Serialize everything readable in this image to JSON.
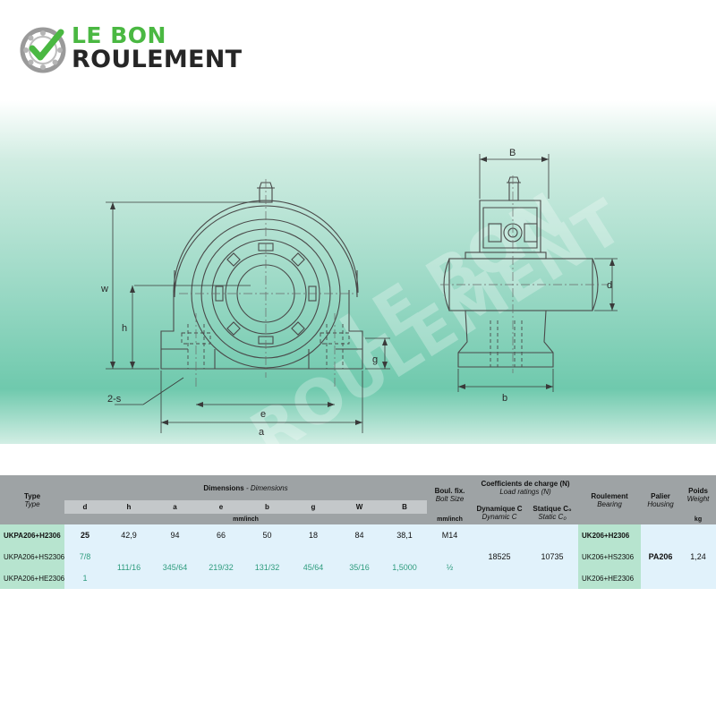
{
  "brand": {
    "line1": "LE BON",
    "line2": "ROULEMENT",
    "green": "#4ab842",
    "dark": "#262626"
  },
  "watermark": {
    "line1": "LE BON",
    "line2": "ROULEMENT"
  },
  "drawing": {
    "labels": {
      "w": "w",
      "h": "h",
      "s": "2-s",
      "e": "e",
      "a": "a",
      "g": "g",
      "B": "B",
      "d": "d",
      "b": "b"
    }
  },
  "table": {
    "headers": {
      "type": "Type",
      "type_it": "Type",
      "dimensions": "Dimensions",
      "dimensions_it": " - Dimensions",
      "bolt": "Boul. fix.",
      "bolt_it": "Bolt Size",
      "coef": "Coefficients de charge (N)",
      "coef_it": "Load ratings (N)",
      "roulement": "Roulement",
      "roulement_it": "Bearing",
      "palier": "Palier",
      "palier_it": "Housing",
      "poids": "Poids",
      "poids_it": "Weight",
      "dyn": "Dynamique C",
      "dyn_it": "Dynamic C",
      "stat": "Statique C₀",
      "stat_it": "Static C₀",
      "unit_dims": "mm/inch",
      "unit_bolt": "mm/inch",
      "unit_weight": "kg"
    },
    "dim_cols": [
      "d",
      "h",
      "a",
      "e",
      "b",
      "g",
      "W",
      "B"
    ],
    "rows": [
      {
        "type": "UKPA206+H2306",
        "d": "25",
        "bearing": "UK206+H2306"
      },
      {
        "type": "UKPA206+HS2306",
        "d": "7/8",
        "bearing": "UK206+HS2306"
      },
      {
        "type": "UKPA206+HE2306",
        "d": "1",
        "bearing": "UK206+HE2306"
      }
    ],
    "values_metric": {
      "h": "42,9",
      "a": "94",
      "e": "66",
      "b": "50",
      "g": "18",
      "W": "84",
      "B": "38,1",
      "bolt": "M14"
    },
    "values_inch": {
      "h": "111/16",
      "a": "345/64",
      "e": "219/32",
      "b": "131/32",
      "g": "45/64",
      "W": "35/16",
      "B": "1,5000",
      "bolt": "½"
    },
    "dynamic": "18525",
    "static": "10735",
    "housing": "PA206",
    "weight": "1,24"
  }
}
